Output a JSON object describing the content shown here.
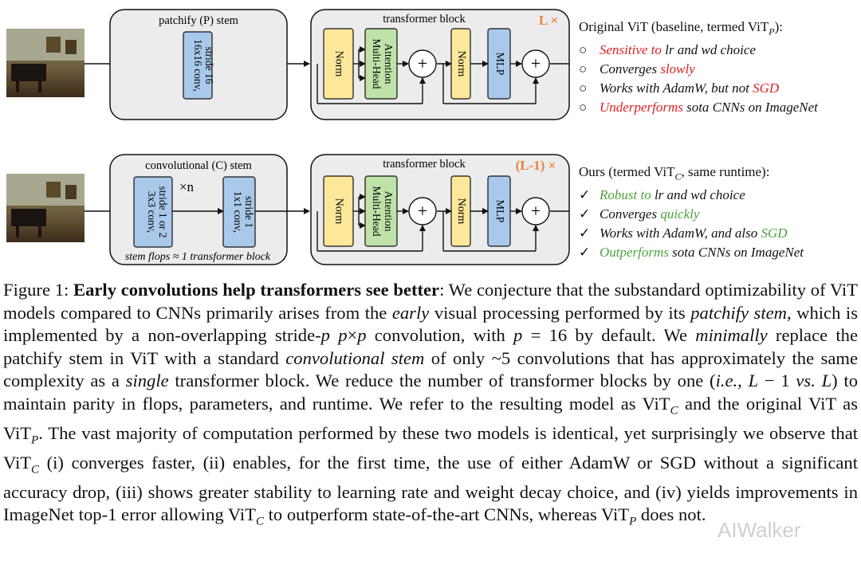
{
  "diagram": {
    "top": {
      "stem_title": "patchify (P) stem",
      "stem_conv": [
        "16x16 conv,",
        "stride 16"
      ],
      "block_title": "transformer block",
      "repeat": "L ×"
    },
    "bottom": {
      "stem_title": "convolutional (C) stem",
      "conv1": [
        "3x3 conv,",
        "stride 1 or 2"
      ],
      "times_n": "×n",
      "conv2": [
        "1x1 conv,",
        "stride 1"
      ],
      "stem_note": "stem flops ≈ 1 transformer block",
      "block_title": "transformer block",
      "repeat": "(L-1) ×"
    },
    "norm": "Norm",
    "attention": [
      "Multi-Head",
      "Attention"
    ],
    "mlp": "MLP",
    "plus": "+"
  },
  "legend_top": {
    "title_pre": "Original ViT (baseline, termed ViT",
    "title_sub": "P",
    "title_post": "):",
    "marker": "○",
    "items": [
      {
        "hl": "Sensitive to",
        "rest": " lr and wd choice",
        "hl_first": true
      },
      {
        "pre": "Converges ",
        "hl": "slowly",
        "hl_first": false
      },
      {
        "pre": "Works with AdamW, but not ",
        "hl": "SGD",
        "hl_first": false
      },
      {
        "hl": "Underperforms",
        "rest": " sota CNNs on ImageNet",
        "hl_first": true
      }
    ]
  },
  "legend_bottom": {
    "title_pre": "Ours (termed ViT",
    "title_sub": "C",
    "title_post": ", same runtime):",
    "marker": "✓",
    "items": [
      {
        "hl": "Robust to",
        "rest": " lr and wd choice",
        "hl_first": true
      },
      {
        "pre": "Converges ",
        "hl": "quickly",
        "hl_first": false
      },
      {
        "pre": "Works with AdamW, and also ",
        "hl": "SGD",
        "hl_first": false
      },
      {
        "hl": "Outperforms",
        "rest": " sota CNNs on ImageNet",
        "hl_first": true
      }
    ]
  },
  "caption": {
    "label": "Figure 1: ",
    "bold": "Early convolutions help transformers see better",
    "t1": ": We conjecture that the substandard optimizability of ViT models compared to CNNs primarily arises from the ",
    "i1": "early",
    "t2": " visual processing performed by its ",
    "i2": "patchify stem",
    "t3": ", which is implemented by a non-overlapping stride-",
    "i3": "p p",
    "t3b": "×",
    "i3b": "p",
    "t4": " convolution, with ",
    "i4": "p",
    "t5": " = 16 by default. We ",
    "i5": "minimally",
    "t6": " replace the patchify stem in ViT with a standard ",
    "i6": "convolutional stem",
    "t7": " of only ~5 convolutions that has approximately the same complexity as a ",
    "i7": "single",
    "t8": " transformer block. We reduce the number of transformer blocks by one (",
    "i8": "i.e.",
    "t9": ", ",
    "i9": "L",
    "t10": " − 1 ",
    "i10": "vs.",
    "t11": " ",
    "i11": "L",
    "t12": ") to maintain parity in flops, parameters, and runtime. We refer to the resulting model as ViT",
    "s1": "C",
    "t13": " and the original ViT as ViT",
    "s2": "P",
    "t14": ". The vast majority of computation performed by these two models is identical, yet surprisingly we observe that ViT",
    "s3": "C",
    "t15": " (i) converges faster, (ii) enables, for the first time, the use of either AdamW or SGD without a significant accuracy drop, (iii) shows greater stability to learning rate and weight decay choice, and (iv) yields improvements in ImageNet top-1 error allowing ViT",
    "s4": "C",
    "t16": " to outperform state-of-the-art CNNs, whereas ViT",
    "s5": "P",
    "t17": " does not."
  },
  "watermark": "AIWalker",
  "colors": {
    "red": "#e02020",
    "green": "#4ca23c",
    "conv_blue": "#a9c9ea",
    "norm_yellow": "#fde79a",
    "attn_green": "#bde3a8",
    "panel_gray": "#ececec",
    "repeat_orange": "#e8833a"
  }
}
